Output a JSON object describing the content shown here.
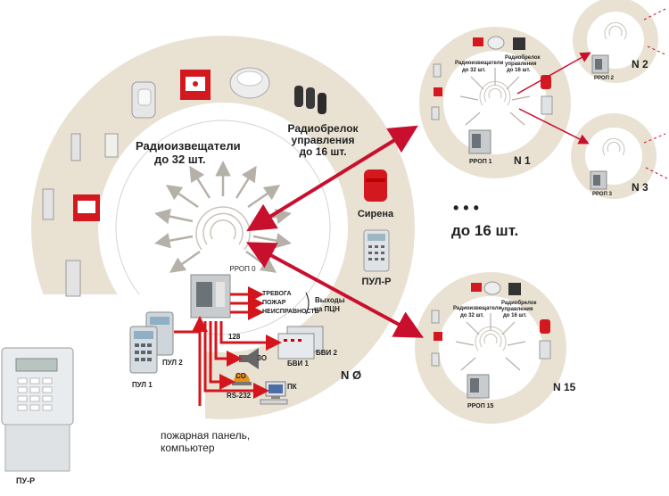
{
  "main": {
    "radio_detectors": "Радиоизвещатели",
    "radio_detectors_count": "до 32 шт.",
    "keyfob": "Радиобрелок",
    "keyfob_control": "управления",
    "keyfob_count": "до 16 шт.",
    "siren": "Сирена",
    "keypad": "ПУЛ-Р",
    "rrop0": "РРОП 0",
    "alarm": "ТРЕВОГА",
    "fire": "ПОЖАР",
    "fault": "НЕИСПРАВНОСТЬ",
    "outputs": "Выходы",
    "outputs_to": "на ПЦН",
    "pul2": "ПУЛ 2",
    "pul1": "ПУЛ 1",
    "bus128": "128",
    "zo": "ЗО",
    "so": "СО",
    "pc": "ПК",
    "rs232": "RS-232",
    "bvi1": "БВИ 1",
    "bvi2": "БВИ 2",
    "node0": "N Ø",
    "panel_caption_1": "пожарная панель,",
    "panel_caption_2": "компьютер",
    "pur": "ПУ-Р"
  },
  "center": {
    "dots": "•   •   •",
    "up_to": "до 16 шт."
  },
  "node1": {
    "detectors": "Радиоизвещатели",
    "detectors_count": "до 32 шт.",
    "keyfob": "Радиобрелок",
    "keyfob_control": "управления",
    "keyfob_count": "до 16 шт.",
    "rrop": "РРОП 1",
    "label": "N 1"
  },
  "node15": {
    "detectors": "Радиоизвещатели",
    "detectors_count": "до 32 шт.",
    "keyfob": "Радиобрелок",
    "keyfob_control": "управления",
    "keyfob_count": "до 16 шт.",
    "rrop": "РРОП 15",
    "label": "N 15"
  },
  "node2": {
    "rrop": "РРОП 2",
    "label": "N 2"
  },
  "node3": {
    "rrop": "РРОП 3",
    "label": "N 3"
  },
  "colors": {
    "ring": "#e9e2d3",
    "arrow_red": "#c8102e",
    "arrow_grey": "#b5b0a8",
    "wire_red": "#d4161c"
  }
}
